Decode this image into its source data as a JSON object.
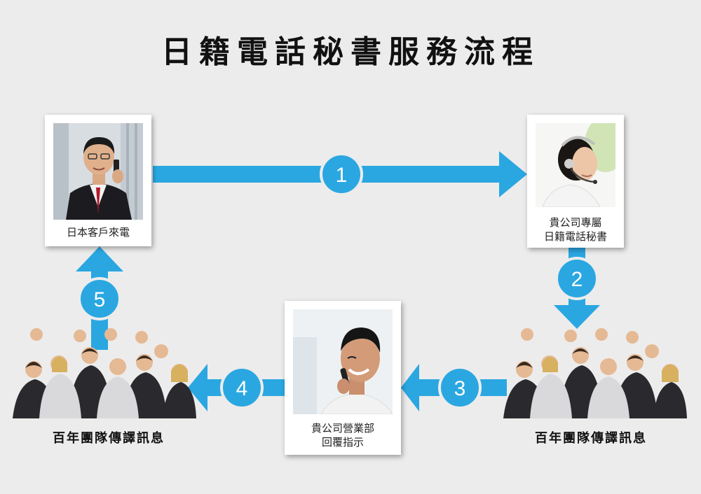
{
  "title": "日籍電話秘書服務流程",
  "colors": {
    "arrow": "#2aa7e1",
    "background": "#ececec"
  },
  "steps": [
    "1",
    "2",
    "3",
    "4",
    "5"
  ],
  "nodes": {
    "japanese_client": {
      "label": "日本客戶來電",
      "icon": "businessman-on-phone-photo"
    },
    "secretary": {
      "line1": "貴公司專屬",
      "line2": "日籍電話秘書",
      "icon": "headset-operator-photo"
    },
    "team_right": {
      "label": "百年團隊傳譯訊息",
      "icon": "business-team-photo"
    },
    "sales_dept": {
      "line1": "貴公司營業部",
      "line2": "回覆指示",
      "icon": "smiling-man-on-phone-photo"
    },
    "team_left": {
      "label": "百年團隊傳譯訊息",
      "icon": "business-team-photo"
    }
  }
}
